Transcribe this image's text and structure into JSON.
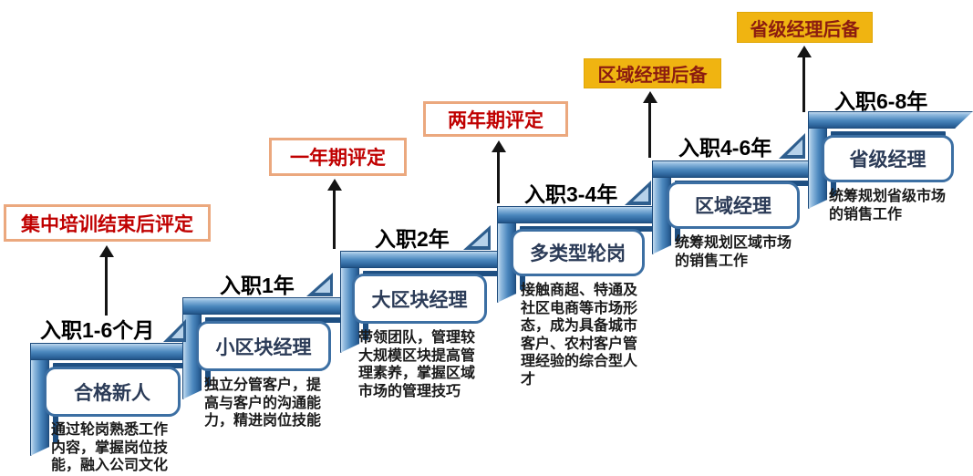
{
  "title": "career-ladder-staircase-diagram",
  "colors": {
    "step_blue": "#4c88be",
    "step_blue_dark": "#1f4f80",
    "step_highlight": "#d2e4f3",
    "role_border": "#3c6fa3",
    "role_text": "#2b3b57",
    "callout_outline_border": "#eba87e",
    "callout_red_text": "#c00000",
    "callout_gold_bg": "#f0b411",
    "callout_gold_text": "#8b1c10",
    "arrow_black": "#141414"
  },
  "callouts": [
    {
      "label": "集中培训结束后评定",
      "style": "outline"
    },
    {
      "label": "一年期评定",
      "style": "outline"
    },
    {
      "label": "两年期评定",
      "style": "outline"
    },
    {
      "label": "区域经理后备",
      "style": "gold"
    },
    {
      "label": "省级经理后备",
      "style": "gold"
    }
  ],
  "steps": [
    {
      "time": "入职1-6个月",
      "role": "合格新人",
      "desc": "通过轮岗熟悉工作内容，掌握岗位技能，融入公司文化"
    },
    {
      "time": "入职1年",
      "role": "小区块经理",
      "desc": "独立分管客户，提高与客户的沟通能力，精进岗位技能"
    },
    {
      "time": "入职2年",
      "role": "大区块经理",
      "desc": "带领团队，管理较大规模区块提高管理素养，掌握区域市场的管理技巧"
    },
    {
      "time": "入职3-4年",
      "role": "多类型轮岗",
      "desc": "接触商超、特通及社区电商等市场形态，成为具备城市客户、农村客户管理经验的综合型人才"
    },
    {
      "time": "入职4-6年",
      "role": "区域经理",
      "desc": "统筹规划区域市场的销售工作"
    },
    {
      "time": "入职6-8年",
      "role": "省级经理",
      "desc": "统筹规划省级市场的销售工作"
    }
  ],
  "icons": {
    "up_arrow": "up-arrow-icon",
    "corner_triangle": "step-corner-triangle-icon"
  }
}
